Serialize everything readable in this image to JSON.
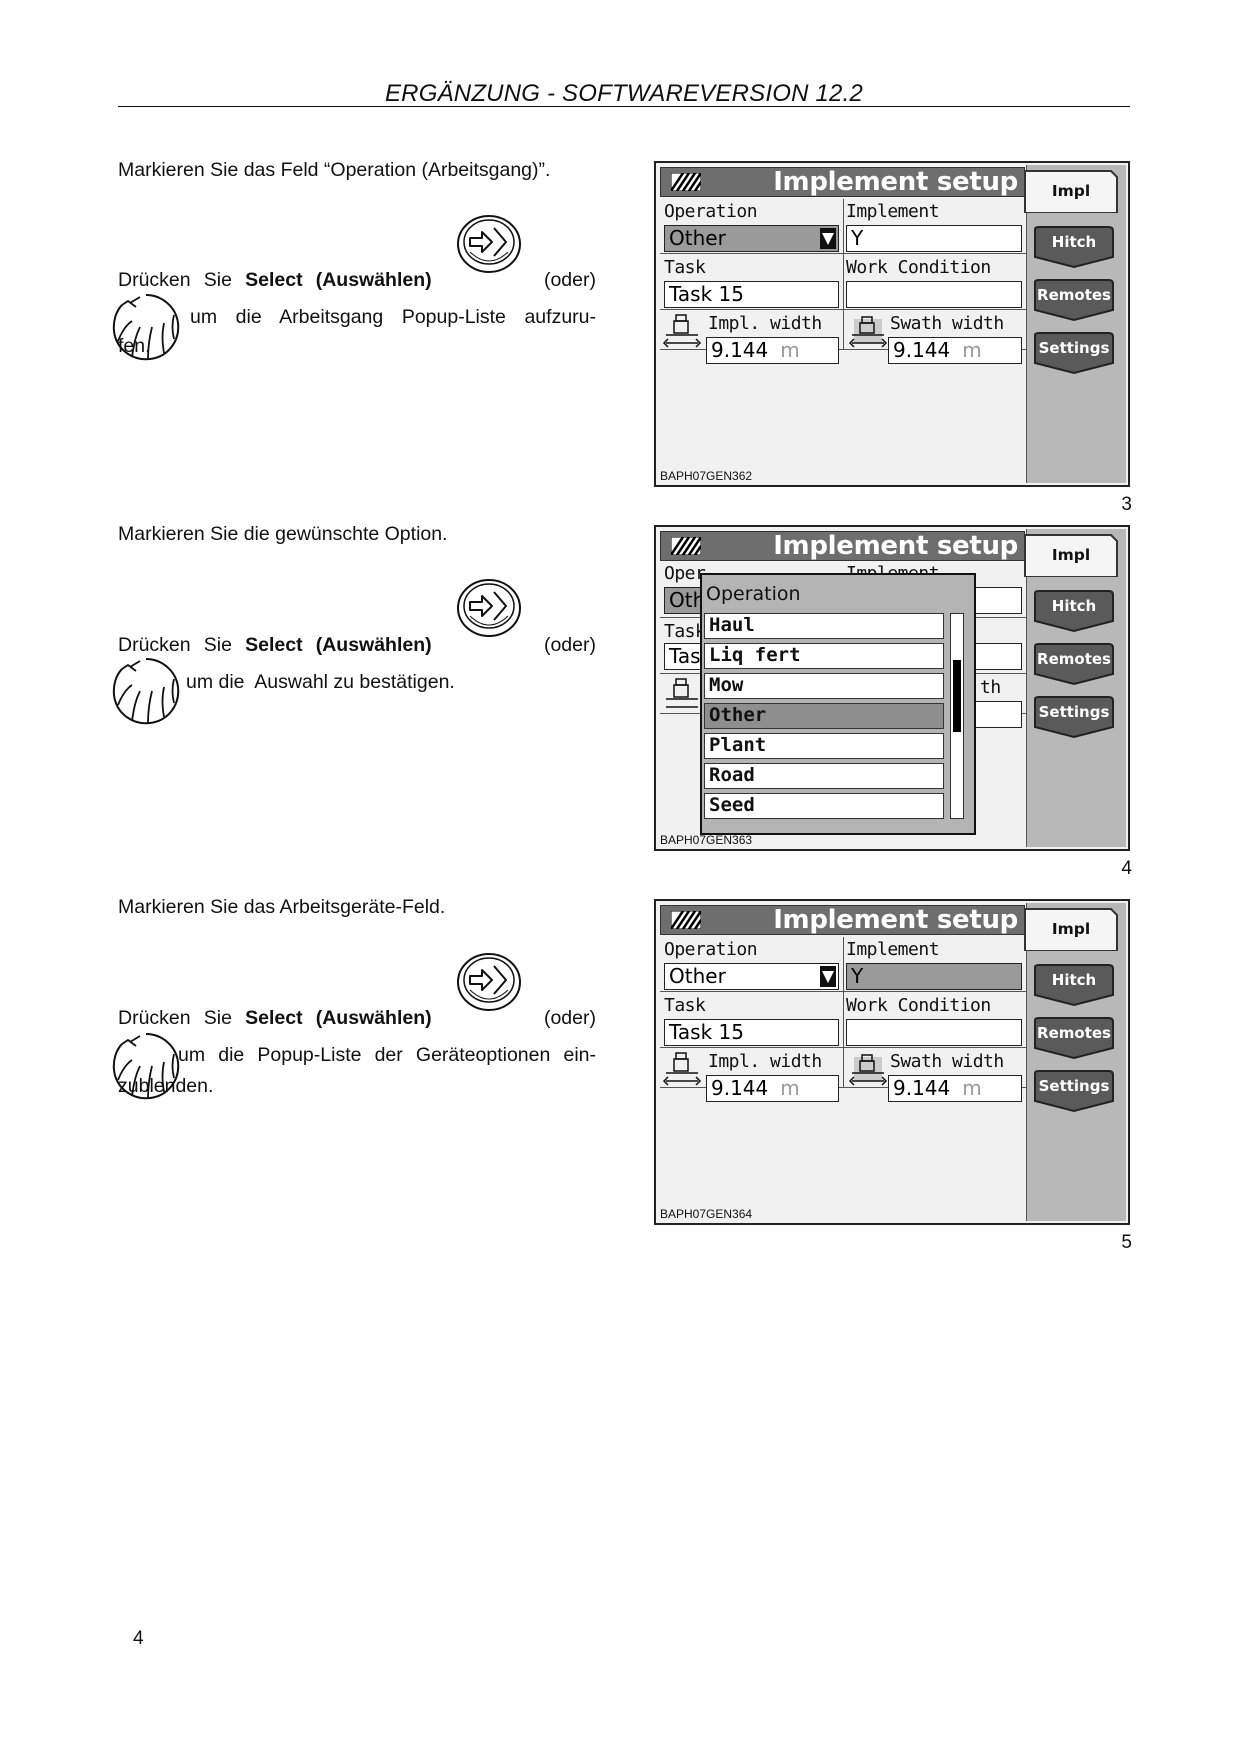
{
  "header": {
    "title": "ERGÄNZUNG - SOFTWAREVERSION 12.2"
  },
  "sections": [
    {
      "intro": "Markieren Sie das Feld “Operation (Arbeitsgang)”.",
      "press_prefix": "Drücken Sie",
      "select_label": "Select (Auswählen)",
      "or_label": "(oder)",
      "action_line1": "um die Arbeitsgang Popup-Liste aufzuru-",
      "action_line2": "fen.",
      "figure_number": "3"
    },
    {
      "intro": "Markieren Sie die gewünschte Option.",
      "press_prefix": "Drücken Sie",
      "select_label": "Select (Auswählen)",
      "or_label": "(oder)",
      "action_line1": "um die  Auswahl zu bestätigen.",
      "figure_number": "4"
    },
    {
      "intro": "Markieren Sie das Arbeitsgeräte-Feld.",
      "press_prefix": "Drücken Sie",
      "select_label": "Select (Auswählen)",
      "or_label": "(oder)",
      "action_line1": "um die Popup-Liste der Geräteoptionen ein-",
      "action_line2": "zublenden.",
      "figure_number": "5"
    }
  ],
  "screen": {
    "title": "Implement setup",
    "tabs": [
      "Impl",
      "Hitch",
      "Remotes",
      "Settings"
    ],
    "operation_label": "Operation",
    "operation_value": "Other",
    "implement_label": "Implement",
    "implement_value": "Y",
    "task_label": "Task",
    "task_value": "Task 15",
    "work_condition_label": "Work Condition",
    "work_condition_value": "",
    "impl_width_label": "Impl. width",
    "impl_width_value": "9.144",
    "swath_width_label": "Swath width",
    "swath_width_value": "9.144",
    "unit": "m"
  },
  "screens": [
    {
      "caption": "BAPH07GEN362"
    },
    {
      "caption": "BAPH07GEN363",
      "partial": {
        "op": "Oper",
        "impl": "Implement",
        "oth": "Oth",
        "task": "Task",
        "tas": "Tas",
        "th": "th"
      },
      "popup": {
        "title": "Operation",
        "items": [
          "Haul",
          "Liq fert",
          "Mow",
          "Other",
          "Plant",
          "Road",
          "Seed"
        ],
        "selected": "Other",
        "scroll_fraction": 0.35
      }
    },
    {
      "caption": "BAPH07GEN364"
    }
  ],
  "page_number": "4",
  "colors": {
    "title_bar": "#6e6e6e",
    "tab": "#5a5a5a",
    "panel": "#b8b8b8",
    "highlight": "#9a9a9a"
  }
}
